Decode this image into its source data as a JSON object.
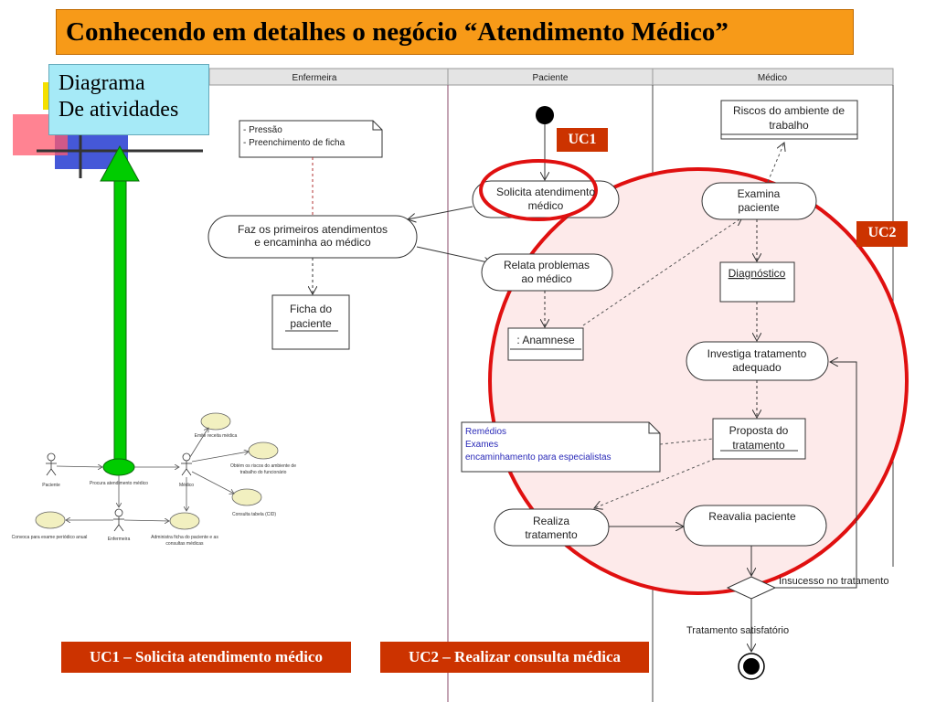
{
  "slide": {
    "title": "Conhecendo em detalhes o negócio “Atendimento Médico”",
    "diagram_label_line1": "Diagrama",
    "diagram_label_line2": "De atividades",
    "uc1_tag": "UC1",
    "uc2_tag": "UC2",
    "caption_uc1": "UC1 – Solicita atendimento médico",
    "caption_uc2": "UC2 – Realizar consulta médica"
  },
  "swimlanes": {
    "enfermeira": "Enfermeira",
    "paciente": "Paciente",
    "medico": "Médico"
  },
  "activity_diagram": {
    "note_enfermeira_line1": "- Pressão",
    "note_enfermeira_line2": "- Preenchimento de ficha",
    "faz_atendimentos_line1": "Faz os primeiros atendimentos",
    "faz_atendimentos_line2": "e encaminha ao médico",
    "ficha_line1": "Ficha do",
    "ficha_line2": "paciente",
    "solicita_line1": "Solicita atendimento",
    "solicita_line2": "médico",
    "relata_line1": "Relata problemas",
    "relata_line2": "ao médico",
    "anamnese": ": Anamnese",
    "note_paciente_line1": "Remédios",
    "note_paciente_line2": "Exames",
    "note_paciente_line3": "encaminhamento para especialistas",
    "realiza_line1": "Realiza",
    "realiza_line2": "tratamento",
    "riscos_line1": "Riscos do ambiente de",
    "riscos_line2": "trabalho",
    "examina_line1": "Examina",
    "examina_line2": "paciente",
    "diagnostico": "Diagnóstico",
    "investiga_line1": "Investiga tratamento",
    "investiga_line2": "adequado",
    "proposta_line1": "Proposta do",
    "proposta_line2": "tratamento",
    "reavalia": "Reavalia paciente",
    "insucesso": "Insucesso no tratamento",
    "satisfatorio": "Tratamento satisfatório"
  },
  "use_case_diagram": {
    "actor_paciente": "Paciente",
    "procura_atendimento": "Procura atendimento médico",
    "actor_medico": "Médico",
    "emite_receita": "Emite receita médica",
    "obtem_riscos_line1": "Obtém os riscos do ambiente de",
    "obtem_riscos_line2": "trabalho do funcionário",
    "consulta_tabela": "Consulta tabela (CID)",
    "convoca_exame": "Convoca para exame periódico anual",
    "actor_enfermeira": "Enfermeira",
    "administra_line1": "Administra ficha do paciente e as",
    "administra_line2": "consultas médicas"
  },
  "colors": {
    "title_bg": "#f79a18",
    "diagram_label_bg": "#a6eaf7",
    "accent_red": "#cc3300",
    "highlight_circle": "#e01010",
    "arrow_green": "#00cc00",
    "uc2_circle_fill": "#fdeaea"
  },
  "icons": [
    "start-node-icon",
    "end-node-icon",
    "decision-diamond-icon",
    "actor-stick-figure-icon",
    "green-up-arrow-icon"
  ]
}
